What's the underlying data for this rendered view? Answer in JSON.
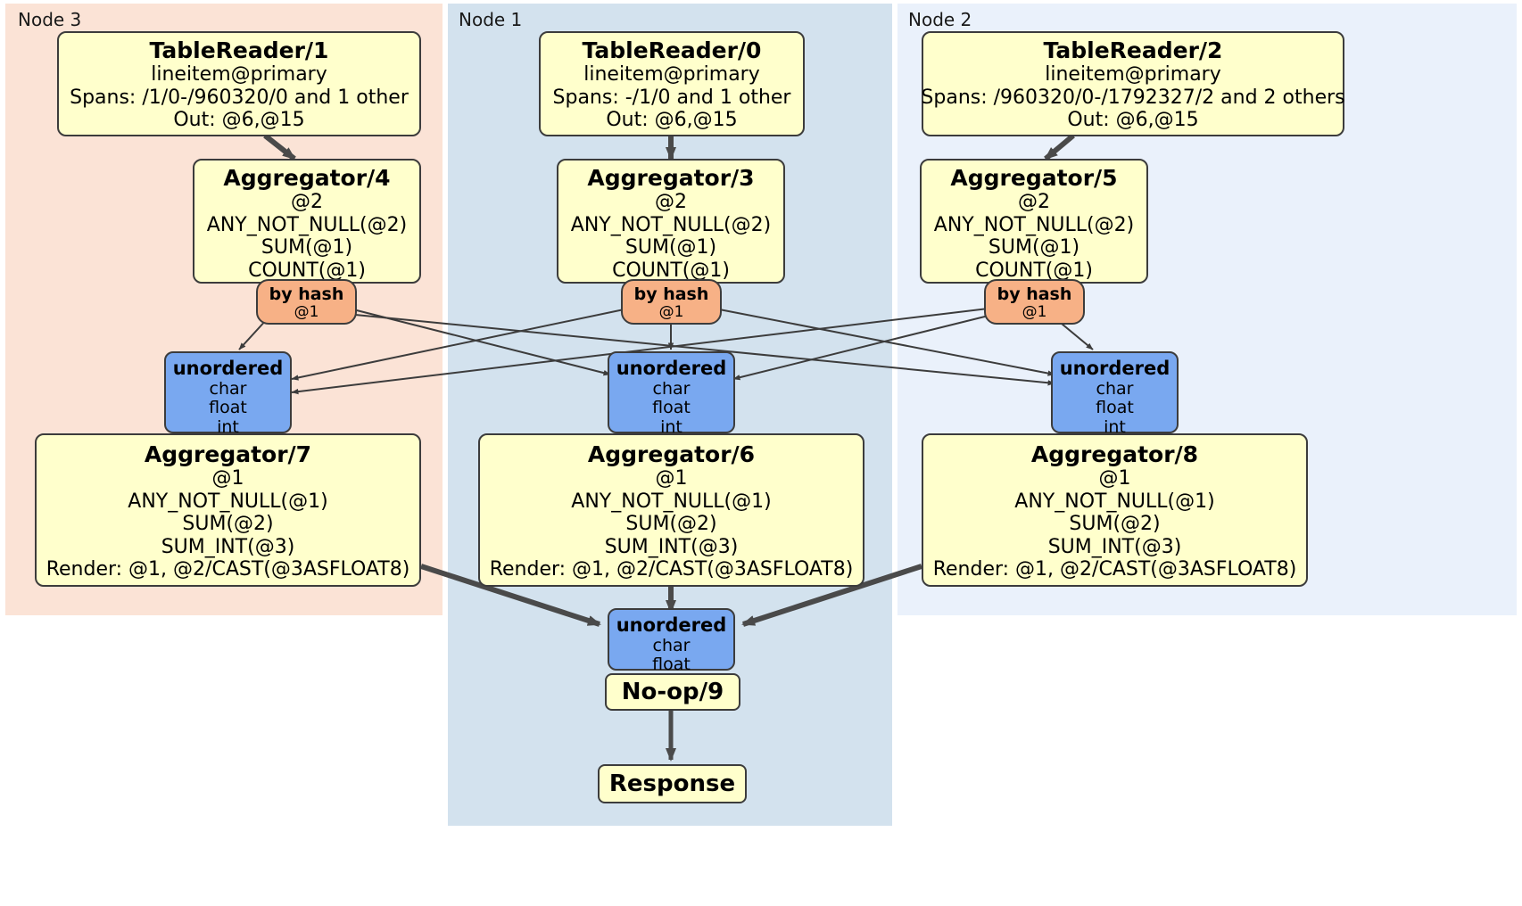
{
  "diagram": {
    "title": "Distributed SQL query physical plan",
    "colors": {
      "node3_panel": "#fbe3d6",
      "node1_panel": "#d3e2ee",
      "node2_panel": "#eaf1fb",
      "processor_fill": "#ffffcc",
      "router_fill": "#f7b186",
      "synchronizer_fill": "#79a8f0",
      "stroke": "#3c3c3c"
    },
    "panels": [
      {
        "id": "node3",
        "label": "Node 3"
      },
      {
        "id": "node1",
        "label": "Node 1"
      },
      {
        "id": "node2",
        "label": "Node 2"
      }
    ],
    "processors": {
      "table_reader_1": {
        "title": "TableReader/1",
        "lines": [
          "lineitem@primary",
          "Spans: /1/0-/960320/0 and 1 other",
          "Out: @6,@15"
        ]
      },
      "table_reader_0": {
        "title": "TableReader/0",
        "lines": [
          "lineitem@primary",
          "Spans: -/1/0 and 1 other",
          "Out: @6,@15"
        ]
      },
      "table_reader_2": {
        "title": "TableReader/2",
        "lines": [
          "lineitem@primary",
          "Spans: /960320/0-/1792327/2 and 2 others",
          "Out: @6,@15"
        ]
      },
      "aggregator_4": {
        "title": "Aggregator/4",
        "lines": [
          "@2",
          "ANY_NOT_NULL(@2)",
          "SUM(@1)",
          "COUNT(@1)"
        ]
      },
      "aggregator_3": {
        "title": "Aggregator/3",
        "lines": [
          "@2",
          "ANY_NOT_NULL(@2)",
          "SUM(@1)",
          "COUNT(@1)"
        ]
      },
      "aggregator_5": {
        "title": "Aggregator/5",
        "lines": [
          "@2",
          "ANY_NOT_NULL(@2)",
          "SUM(@1)",
          "COUNT(@1)"
        ]
      },
      "aggregator_7": {
        "title": "Aggregator/7",
        "lines": [
          "@1",
          "ANY_NOT_NULL(@1)",
          "SUM(@2)",
          "SUM_INT(@3)",
          "Render: @1, @2/CAST(@3ASFLOAT8)"
        ]
      },
      "aggregator_6": {
        "title": "Aggregator/6",
        "lines": [
          "@1",
          "ANY_NOT_NULL(@1)",
          "SUM(@2)",
          "SUM_INT(@3)",
          "Render: @1, @2/CAST(@3ASFLOAT8)"
        ]
      },
      "aggregator_8": {
        "title": "Aggregator/8",
        "lines": [
          "@1",
          "ANY_NOT_NULL(@1)",
          "SUM(@2)",
          "SUM_INT(@3)",
          "Render: @1, @2/CAST(@3ASFLOAT8)"
        ]
      },
      "noop_9": {
        "title": "No-op/9"
      },
      "response": {
        "title": "Response"
      }
    },
    "routers": {
      "by_hash_left": {
        "title": "by hash",
        "line": "@1"
      },
      "by_hash_middle": {
        "title": "by hash",
        "line": "@1"
      },
      "by_hash_right": {
        "title": "by hash",
        "line": "@1"
      }
    },
    "synchronizers": {
      "unordered_left": {
        "title": "unordered",
        "lines": [
          "char",
          "float",
          "int"
        ]
      },
      "unordered_middle": {
        "title": "unordered",
        "lines": [
          "char",
          "float",
          "int"
        ]
      },
      "unordered_right": {
        "title": "unordered",
        "lines": [
          "char",
          "float",
          "int"
        ]
      },
      "unordered_final": {
        "title": "unordered",
        "lines": [
          "char",
          "float"
        ]
      }
    }
  }
}
